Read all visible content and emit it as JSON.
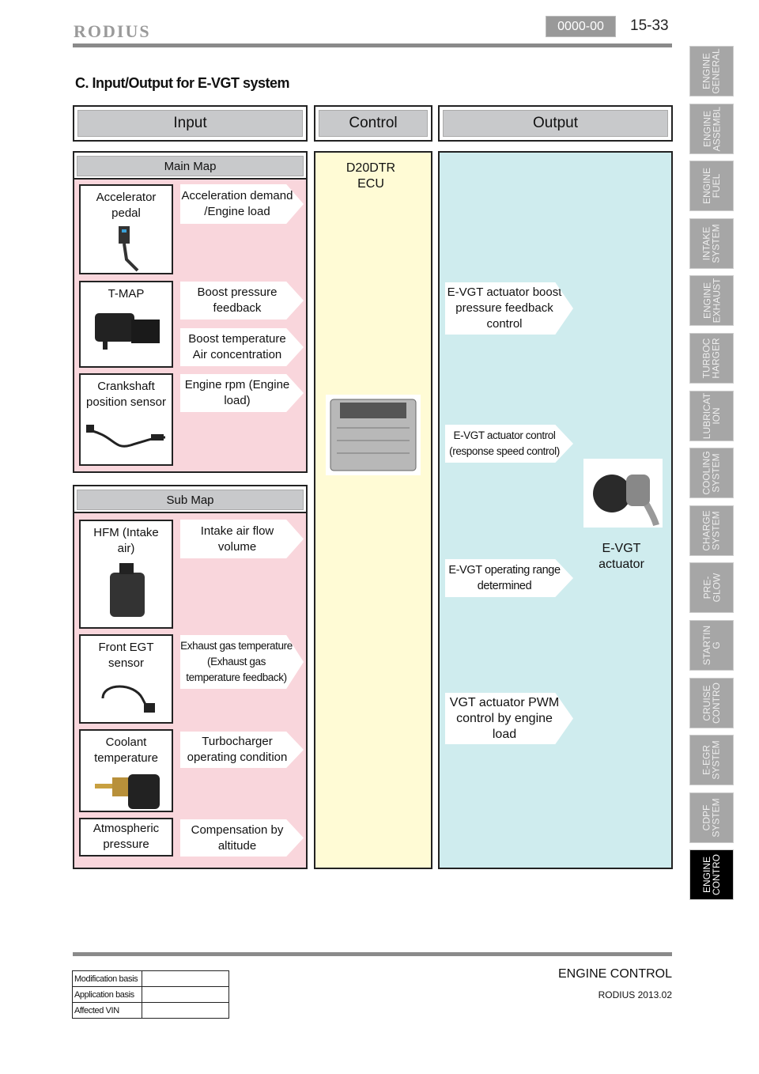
{
  "header": {
    "logo": "RODIUS",
    "code": "0000-00",
    "page": "15-33"
  },
  "title": "C. Input/Output for E-VGT system",
  "columns": {
    "input": "Input",
    "control": "Control",
    "output": "Output"
  },
  "main_map": {
    "label": "Main Map",
    "sensors": [
      {
        "name": "Accelerator pedal"
      },
      {
        "name": "T-MAP"
      },
      {
        "name": "Crankshaft position sensor"
      }
    ],
    "signals": [
      "Acceleration demand /Engine load",
      "Boost pressure feedback",
      "Boost temperature Air concentration",
      "Engine rpm (Engine load)"
    ]
  },
  "sub_map": {
    "label": "Sub Map",
    "sensors": [
      {
        "name": "HFM (Intake air)"
      },
      {
        "name": "Front EGT sensor"
      },
      {
        "name": "Coolant temperature"
      },
      {
        "name": "Atmospheric pressure"
      }
    ],
    "signals": [
      "Intake air flow volume",
      "Exhaust gas temperature (Exhaust gas temperature feedback)",
      "Turbocharger operating condition",
      "Compensation by altitude"
    ]
  },
  "control": {
    "label": "D20DTR ECU"
  },
  "output": {
    "functions": [
      "E-VGT actuator boost pressure feedback control",
      "E-VGT actuator control (response speed control)",
      "E-VGT operating range determined",
      "VGT actuator PWM control by engine load"
    ],
    "actuator": "E-VGT actuator"
  },
  "sidebar": {
    "tabs": [
      "ENGINE\nGENERAL",
      "ENGINE\nASSEMBL",
      "ENGINE\nFUEL",
      "INTAKE\nSYSTEM",
      "ENGINE\nEXHAUST",
      "TURBOC\nHARGER",
      "LUBRICAT\nION",
      "COOLING\nSYSTEM",
      "CHARGE\nSYSTEM",
      "PRE-\nGLOW",
      "STARTIN\nG",
      "CRUISE\nCONTRO",
      "E-EGR\nSYSTEM",
      "CDPF\nSYSTEM",
      "ENGINE\nCONTRO"
    ],
    "active_index": 14
  },
  "footer": {
    "rows": [
      "Modification basis",
      "Application basis",
      "Affected VIN"
    ],
    "section": "ENGINE CONTROL",
    "model": "RODIUS 2013.02"
  }
}
